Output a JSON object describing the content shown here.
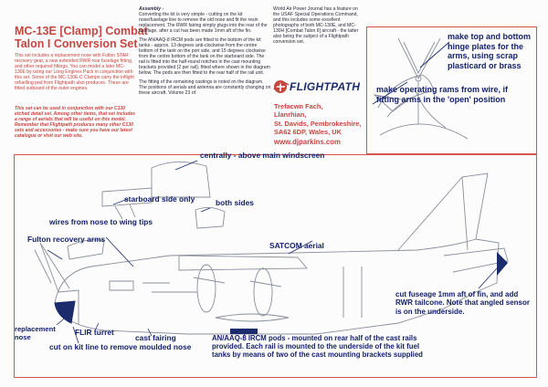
{
  "left_column": {
    "title": "MC-13E [Clamp] Combat Talon I Conversion Set",
    "description": "This set includes a replacement nose with Fulton STAR recovery gear, a new extended RWR rear fuselage fitting, and other required fittings. You can model a later MC-130E by using our Long Engines Pack in conjunction with this set. Some of the MC-130E-C Clamps carry the inflight refuelling pod from Flightpath also produces. These are fitted outboard of the outer engines.",
    "note": "This set can be used in conjunction with our C130 etched detail set. Among other items, that set includes a range of aerials that will be useful on this model. Remember that Flightpath produces many other C130 sets and accessories - make sure you have our latest catalogue or visit our web site."
  },
  "center_column": {
    "heading": "Assembly -",
    "para1": "Converting the kit is very simple - cutting on the kit nose/fuselage line to remove the old nose and fit the resin replacement. The RWR fairing simply plugs into the rear of the fuselage, after a cut has been made 1mm aft of the fin.",
    "para2": "The AN/AAQ-8 IRCM pods are fitted to the bottom of the kit tanks - approx. 13 degrees anti-clockwise from the centre bottom of the tank on the port side, and 15 degrees clockwise from the centre bottom of the tank on the starboard side. The rail is fitted into the half-round notches in the cast mounting brackets provided (2 per rail), fitted where shown in the diagram below. The pods are then fitted to the rear half of the rail unit.",
    "para3": "The fitting of the remaining castings is noted on the diagram. The positions of aerials and antenna are constantly changing on these aircraft. Volume 23 of"
  },
  "right_column": {
    "para": "World Air Power Journal has a feature on the USAF Special Operations Command, and this includes some excellent photographs of both MC-130E, and MC-130H [Combat Talon II] aircraft - the latter also being the subject of a Flightpath conversion set.",
    "brand": "FLIGHTPATH",
    "address_line1": "Trefacwn Fach,",
    "address_line2": "Llanrhian,",
    "address_line3": "St. Davids, Pembrokeshire,",
    "address_line4": "SA62 6DP, Wales, UK",
    "website": "www.djparkins.com"
  },
  "hinge_box": {
    "instruction1": "make top and bottom hinge plates for the arms, using scrap plasticard or brass",
    "instruction2": "make operating rams from wire, if fitting arms in the 'open' position"
  },
  "diagram": {
    "labels": {
      "centrally": "centrally - above main windscreen",
      "starboard": "starboard side only",
      "both_sides": "both sides",
      "wires": "wires from nose to wing tips",
      "fulton": "Fulton recovery arms",
      "satcom": "SATCOM aerial",
      "replacement_nose": "replacement nose",
      "flir": "FLIR turret",
      "cast_fairing": "cast fairing",
      "cut_kit": "cut on kit line to remove moulded nose",
      "cut_fuselage": "cut fuseage 1mm aft of fin, and add RWR tailcone. Note that angled sensor is on the underside.",
      "ircm": "AN/AAQ-8 IRCM pods - mounted on rear half of the cast rails provided. Each rail is mounted to the underside of the kit fuel tanks by means of two of the cast mounting brackets supplied"
    }
  },
  "colors": {
    "frame_red": "#d8544e",
    "title_red": "#c8453f",
    "label_blue": "#14216b",
    "line_grey": "#8a8f9c"
  }
}
